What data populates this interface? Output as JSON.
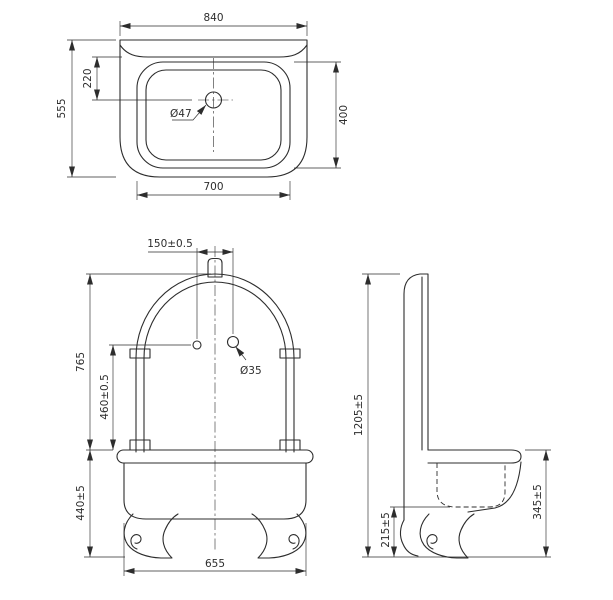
{
  "colors": {
    "line": "#2d2d2d",
    "bg": "#ffffff"
  },
  "top_view": {
    "overall_width": "840",
    "overall_depth": "555",
    "drain_offset": "220",
    "basin_depth": "400",
    "basin_width": "700",
    "drain_diameter": "Ø47"
  },
  "front_view": {
    "hole_spacing": "150±0.5",
    "backsplash_height": "765",
    "hole_height": "460±0.5",
    "hole_diameter": "Ø35",
    "rim_height": "440±5",
    "base_width": "655"
  },
  "side_view": {
    "total_height": "1205±5",
    "bowl_bottom_height": "215±5",
    "skirt_height": "345±5"
  }
}
